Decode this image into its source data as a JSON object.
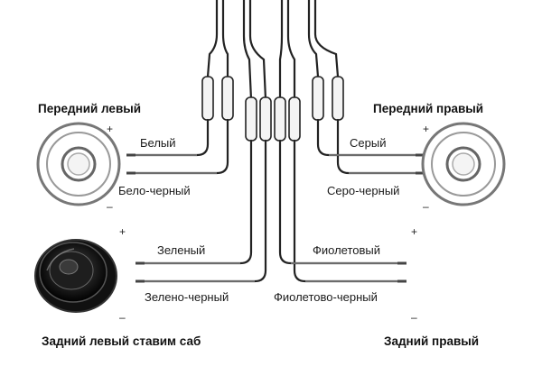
{
  "speakers": {
    "front_left": "Передний левый",
    "front_right": "Передний правый",
    "rear_left": "Задний левый ставим саб",
    "rear_right": "Задний правый"
  },
  "wires": {
    "white": "Белый",
    "white_black": "Бело-черный",
    "gray": "Серый",
    "gray_black": "Серо-черный",
    "green": "Зеленый",
    "green_black": "Зелено-черный",
    "violet": "Фиолетовый",
    "violet_black": "Фиолетово-черный"
  },
  "polarity": {
    "plus": "+",
    "minus": "–"
  },
  "colors": {
    "line": "#222222",
    "wire_fill": "#f4f4f4",
    "speaker_ring": "#888888",
    "sub_body": "#1b1b1b"
  }
}
